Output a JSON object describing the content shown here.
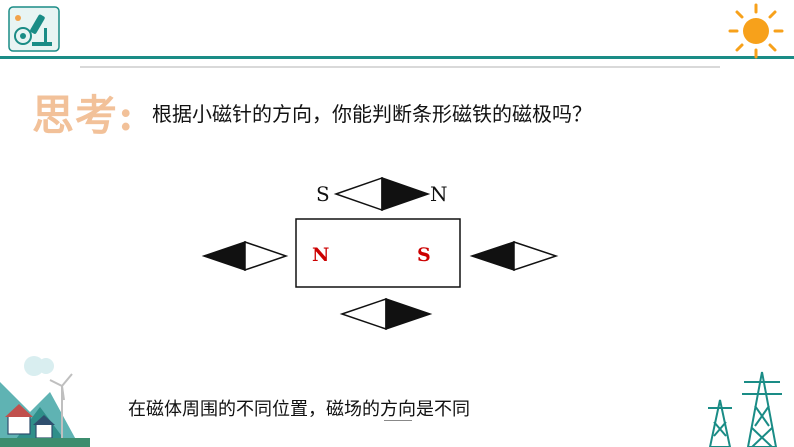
{
  "slide": {
    "think_label": "思考:",
    "question": "根据小磁针的方向，你能判断条形磁铁的磁极吗？",
    "caption": "在磁体周围的不同位置，磁场的方向是不同"
  },
  "diagram": {
    "top_needle_left_label": "S",
    "top_needle_right_label": "N",
    "magnet_left_pole": "N",
    "magnet_right_pole": "S"
  },
  "colors": {
    "accent_teal": "#1a8c86",
    "think_label": "#f2c199",
    "pole_label_red": "#cc0000",
    "sun": "#f7a11b"
  },
  "icons": [
    "microscope-logo-icon",
    "sun-icon",
    "landscape-illustration",
    "power-tower-icon"
  ]
}
